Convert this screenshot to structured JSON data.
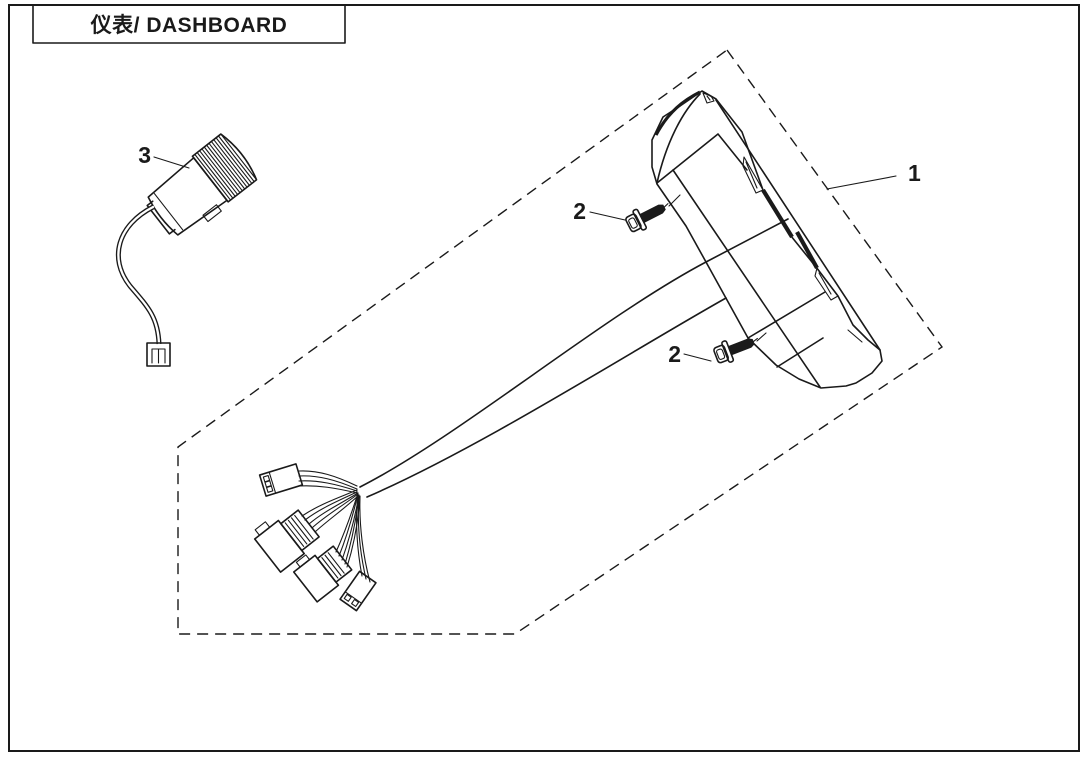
{
  "title": "仪表/ DASHBOARD",
  "callouts": [
    {
      "label": "1"
    },
    {
      "label": "2"
    },
    {
      "label": "2"
    },
    {
      "label": "3"
    }
  ],
  "colors": {
    "ink": "#1a1a1a",
    "paper": "#ffffff"
  }
}
